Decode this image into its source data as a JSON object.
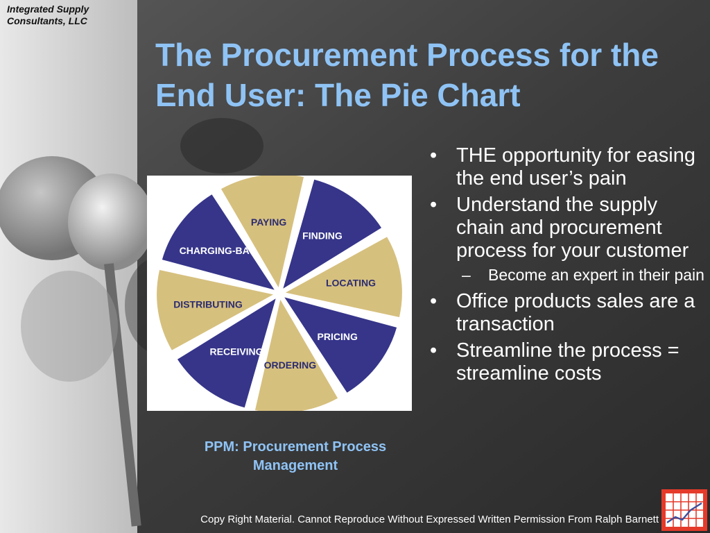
{
  "company": "Integrated Supply Consultants, LLC",
  "title": "The Procurement Process for the End User: The Pie Chart",
  "chart_data": {
    "type": "pie",
    "title": "",
    "slices": [
      {
        "label": "FINDING",
        "value": 1,
        "color": "#36358a"
      },
      {
        "label": "LOCATING",
        "value": 1,
        "color": "#d6c07e"
      },
      {
        "label": "PRICING",
        "value": 1,
        "color": "#36358a"
      },
      {
        "label": "ORDERING",
        "value": 1,
        "color": "#d6c07e"
      },
      {
        "label": "RECEIVING",
        "value": 1,
        "color": "#36358a"
      },
      {
        "label": "DISTRIBUTING",
        "value": 1,
        "color": "#d6c07e"
      },
      {
        "label": "CHARGING-BACK",
        "value": 1,
        "color": "#36358a"
      },
      {
        "label": "PAYING",
        "value": 1,
        "color": "#d6c07e"
      }
    ]
  },
  "caption": "PPM: Procurement Process Management",
  "bullets": [
    {
      "level": 1,
      "text": "THE opportunity for easing the end user’s pain"
    },
    {
      "level": 1,
      "text": "Understand the supply chain and procurement process for your customer"
    },
    {
      "level": 2,
      "text": "Become an expert in their pain"
    },
    {
      "level": 1,
      "text": "Office products sales are a transaction"
    },
    {
      "level": 1,
      "text": "Streamline the process = streamline costs"
    }
  ],
  "footer": "Copy Right Material. Cannot Reproduce Without Expressed Written Permission From Ralph Barnett",
  "colors": {
    "title": "#8fc3f5",
    "pie_blue": "#36358a",
    "pie_gold": "#d6c07e",
    "logo_red": "#e53a2a"
  },
  "icons": {
    "logo": "chart-grid-logo-icon"
  }
}
